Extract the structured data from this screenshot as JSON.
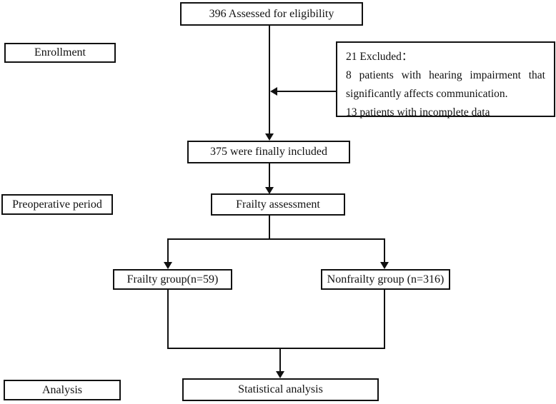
{
  "diagram": {
    "type": "patient-flow-chart",
    "boxes": {
      "assessed": "396 Assessed for eligibility",
      "enrollment": "Enrollment",
      "excluded_lines": [
        "21 Excluded：",
        "8 patients with hearing impairment that",
        "significantly affects communication.",
        "13 patients with incomplete data"
      ],
      "included": "375 were finally included",
      "preoperative": "Preoperative period",
      "frailty_assessment": "Frailty assessment",
      "frailty_group": "Frailty group(n=59)",
      "nonfrailty_group": "Nonfrailty group (n=316)",
      "analysis": "Analysis",
      "statistical_analysis": "Statistical analysis"
    },
    "colors": {
      "line": "#111111",
      "background": "#ffffff",
      "text": "#111111"
    }
  }
}
